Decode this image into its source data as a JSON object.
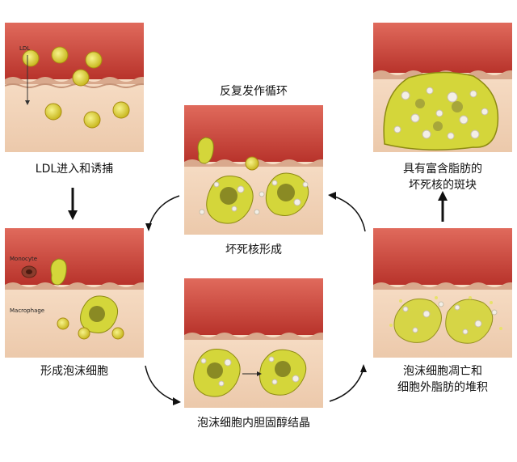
{
  "captions": {
    "ldl_entry": "LDL进入和诱捕",
    "foam_cell": "形成泡沫细胞",
    "cycle": "反复发作循环",
    "necrotic_core": "坏死核形成",
    "cholesterol_crystal": "泡沫细胞内胆固醇结晶",
    "apoptosis_line1": "泡沫细胞凋亡和",
    "apoptosis_line2": "细胞外脂肪的堆积",
    "plaque_line1": "具有富含脂肪的",
    "plaque_line2": "坏死核的斑块"
  },
  "labels": {
    "ldl": "LDL",
    "monocyte": "Monocyte",
    "macrophage": "Macrophage"
  },
  "colors": {
    "lumen": "#c8453a",
    "wall": "#f0d2b8",
    "cell_yellow": "#d4d63a",
    "arrow": "#111111"
  }
}
